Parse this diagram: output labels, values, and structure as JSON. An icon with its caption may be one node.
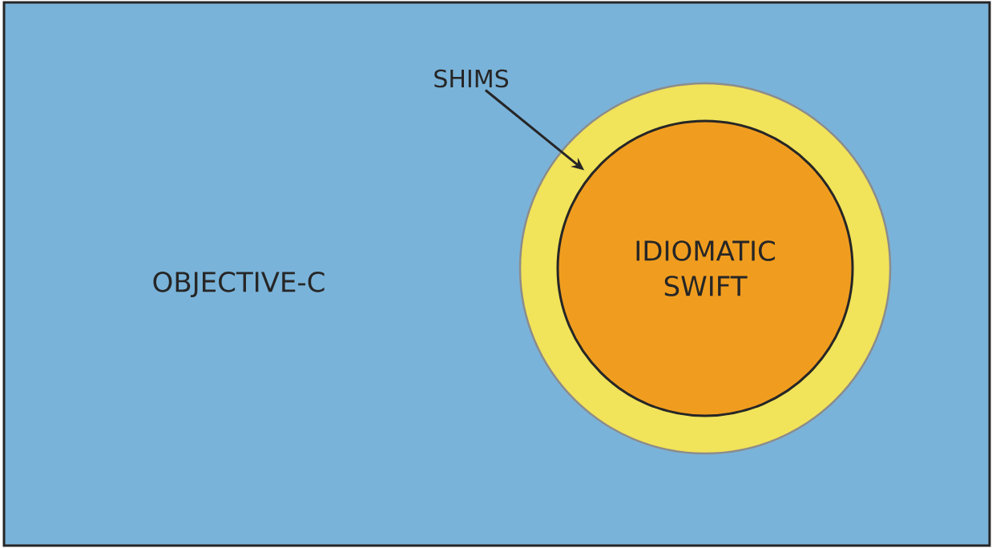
{
  "diagram": {
    "nodes": [
      {
        "text": [
          "OBJECTIVE-C"
        ]
      },
      {
        "text": [],
        "shape": "circle",
        "in": 0
      },
      {
        "text": [
          "IDIOMATIC SWIFT"
        ],
        "in": 1
      },
      {
        "text": [
          "SHIMS"
        ],
        "in": 0
      }
    ],
    "edges": [
      {
        "from": 3,
        "to": 1,
        "arrow": "to"
      }
    ]
  }
}
